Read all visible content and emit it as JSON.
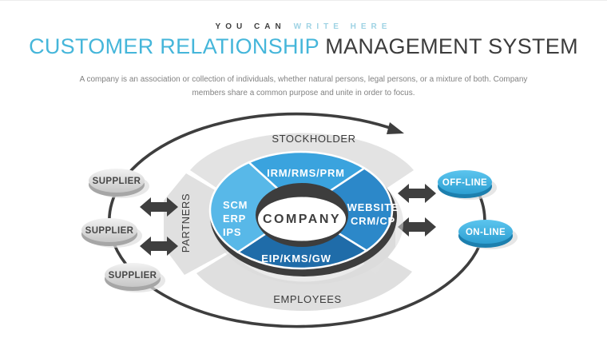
{
  "header": {
    "tagline_dark": "YOU CAN",
    "tagline_accent": "WRITE HERE",
    "title_accent": "CUSTOMER RELATIONSHIP",
    "title_rest": " MANAGEMENT SYSTEM",
    "description_line1": "A company is an association or collection of individuals, whether natural persons, legal persons, or a mixture of both. Company",
    "description_line2": "members share a common purpose and unite in order to focus."
  },
  "diagram": {
    "hub": {
      "center_label": "COMPANY",
      "segment_top": "IRM/RMS/PRM",
      "segment_bottom": "EIP/KMS/GW",
      "segment_left_lines": [
        "SCM",
        "ERP",
        "IPS"
      ],
      "segment_right_lines": [
        "WEBSITE",
        "CRM/CP"
      ]
    },
    "groups": {
      "top": "STOCKHOLDER",
      "bottom": "EMPLOYEES",
      "left": "PARTNERS"
    },
    "suppliers": [
      "SUPPLIER",
      "SUPPLIER",
      "SUPPLIER"
    ],
    "channels": [
      "OFF-LINE",
      "ON-LINE"
    ],
    "colors": {
      "title_accent": "#45b6da",
      "tagline_accent": "#9fd3e4",
      "dark_text": "#3c3c3c",
      "muted_text": "#828282",
      "shape_gray": "#e2e2e2",
      "arrow_dark": "#3f3f3f",
      "ring_dark": "#3d3d3d",
      "segment_top": "#3aa3de",
      "segment_right": "#2c88c9",
      "segment_bottom": "#1f6ca9",
      "segment_left": "#58b8e8",
      "channel_blue": "#35a8da",
      "supplier_gray": "#d6d6d6"
    }
  }
}
